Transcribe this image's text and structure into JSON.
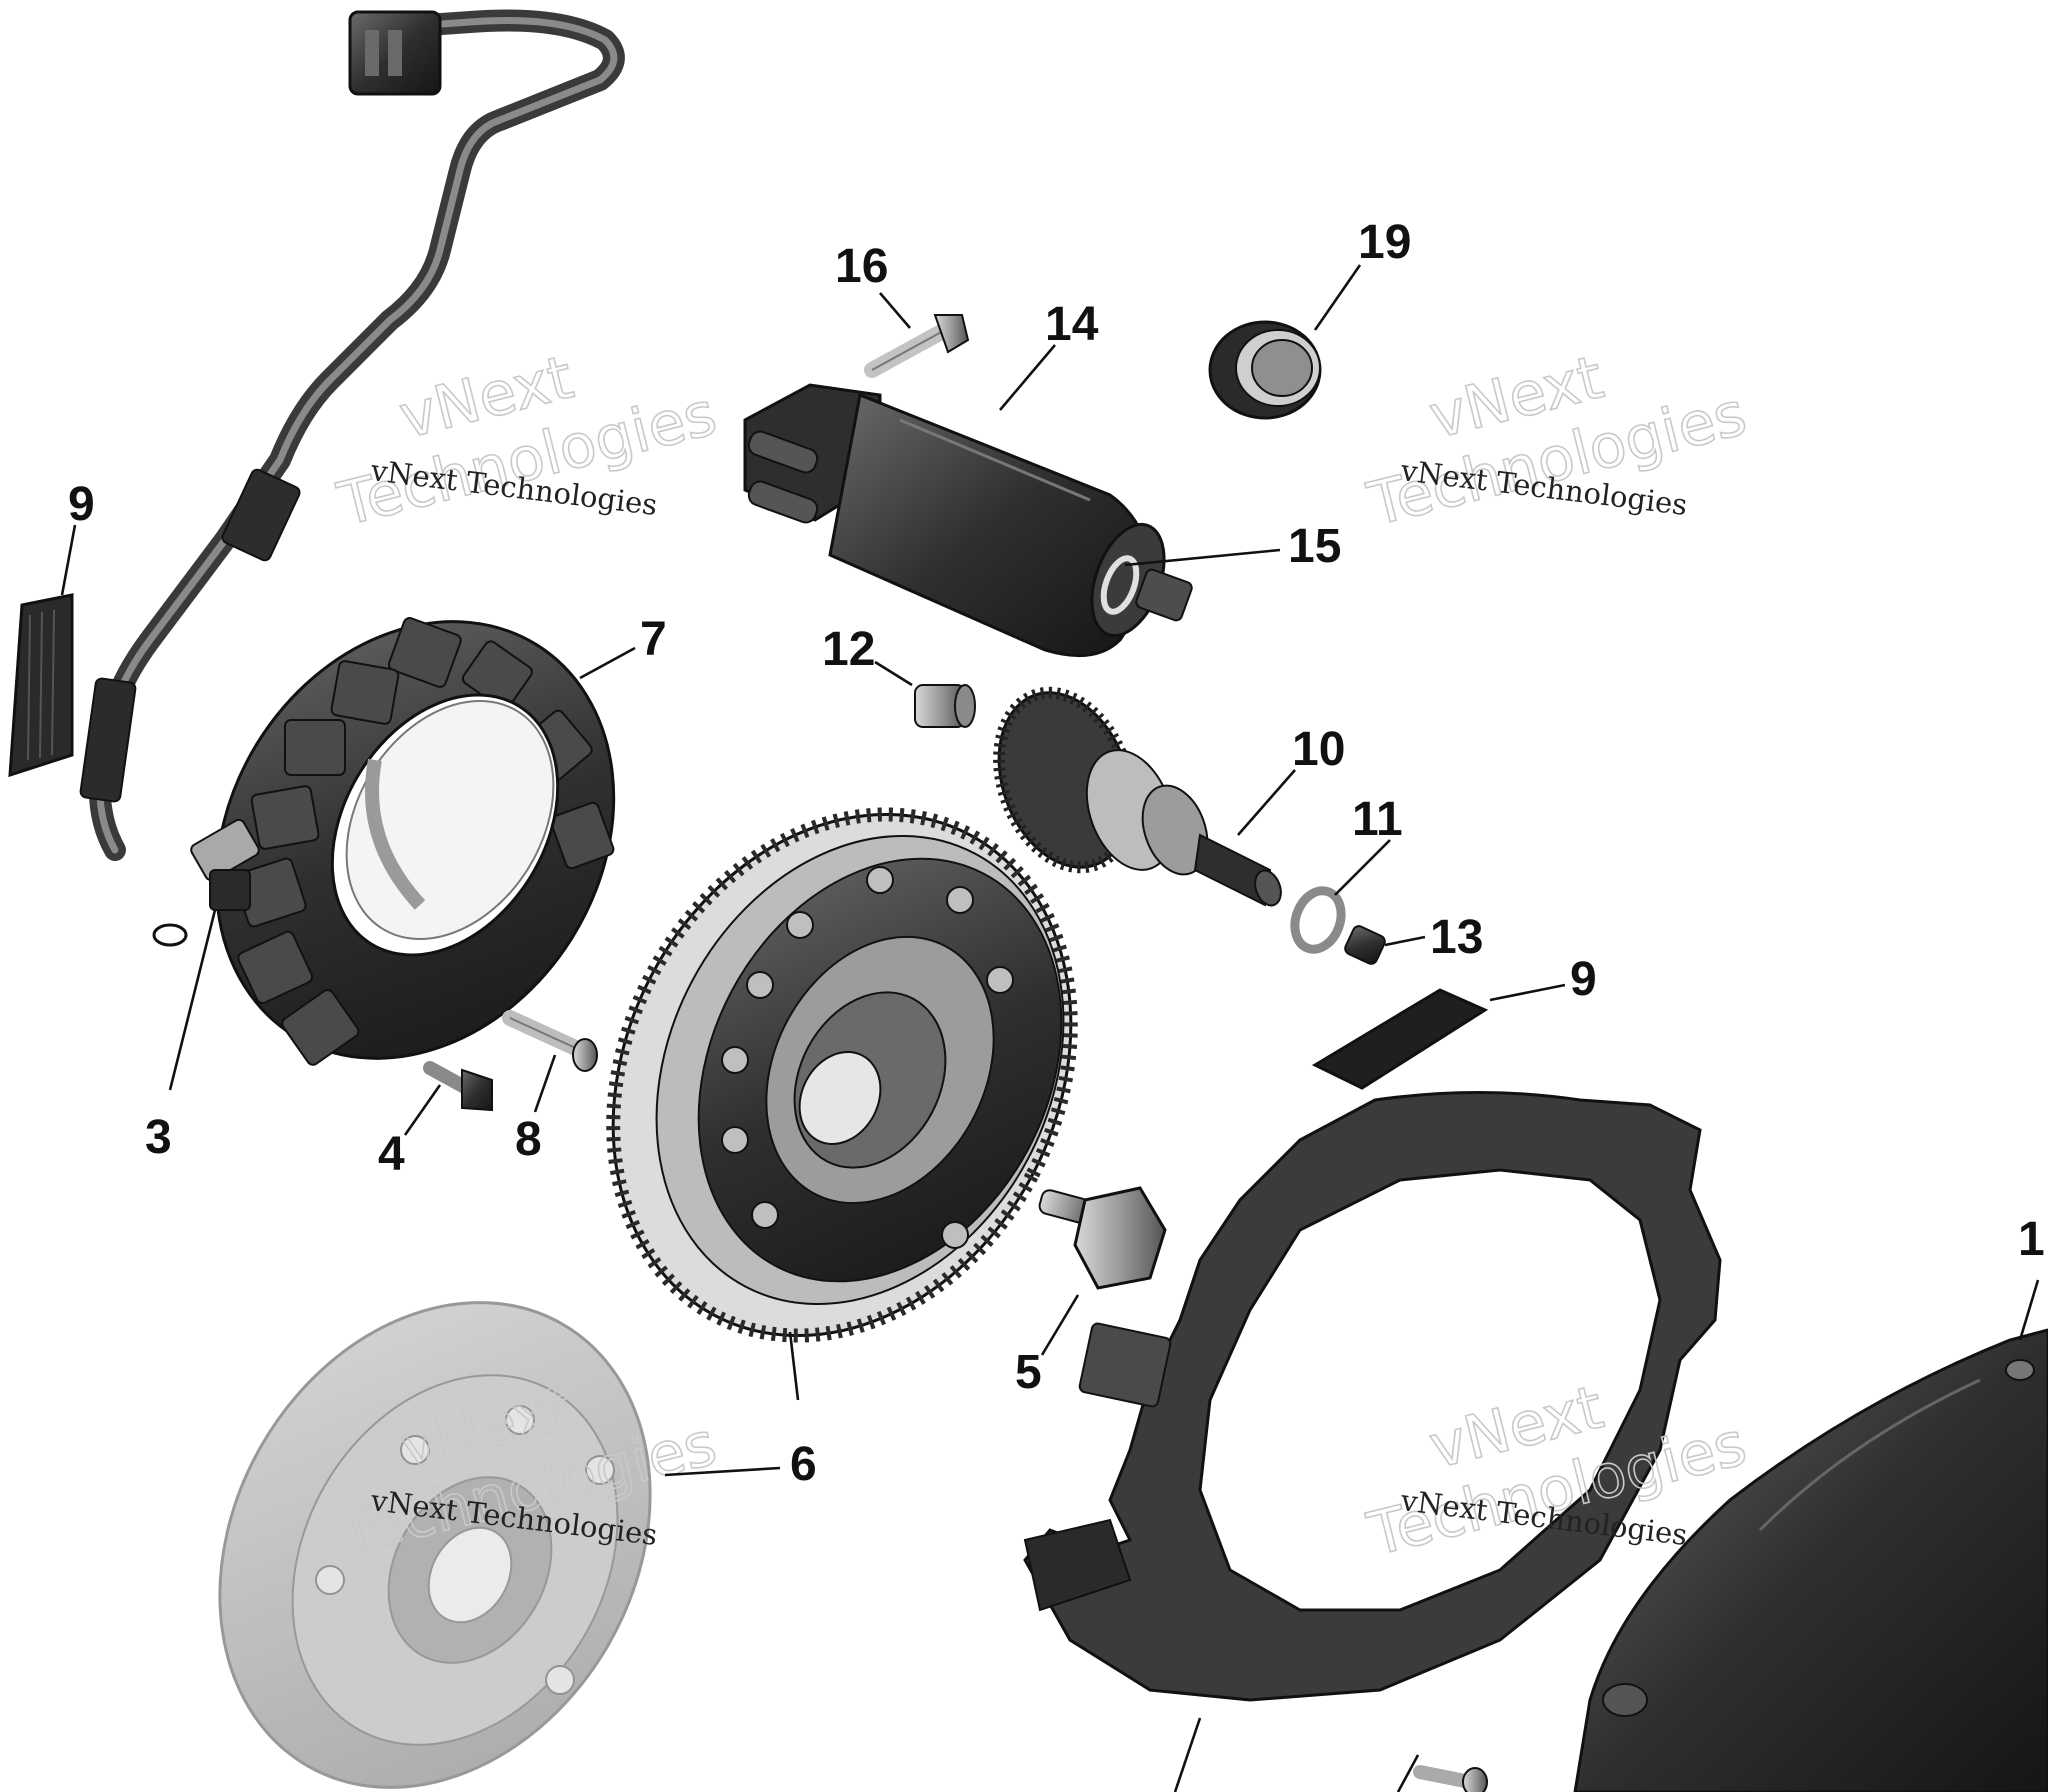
{
  "diagram": {
    "callouts": [
      {
        "id": "c16",
        "label": "16"
      },
      {
        "id": "c14",
        "label": "14"
      },
      {
        "id": "c19",
        "label": "19"
      },
      {
        "id": "c15",
        "label": "15"
      },
      {
        "id": "c9a",
        "label": "9"
      },
      {
        "id": "c7",
        "label": "7"
      },
      {
        "id": "c12",
        "label": "12"
      },
      {
        "id": "c10",
        "label": "10"
      },
      {
        "id": "c11",
        "label": "11"
      },
      {
        "id": "c13",
        "label": "13"
      },
      {
        "id": "c9b",
        "label": "9"
      },
      {
        "id": "c3",
        "label": "3"
      },
      {
        "id": "c4",
        "label": "4"
      },
      {
        "id": "c8",
        "label": "8"
      },
      {
        "id": "c1",
        "label": "1"
      },
      {
        "id": "c5",
        "label": "5"
      },
      {
        "id": "c6",
        "label": "6"
      }
    ],
    "watermarks": [
      {
        "line1": "vNext",
        "line2": "Technologies",
        "caption": "vNext Technologies"
      },
      {
        "line1": "vNext",
        "line2": "Technologies",
        "caption": "vNext Technologies"
      },
      {
        "line1": "vNext",
        "line2": "Technologies",
        "caption": "vNext Technologies"
      },
      {
        "line1": "vNext",
        "line2": "Technologies",
        "caption": "vNext Technologies"
      }
    ]
  },
  "colors": {
    "part_dark": "#2c2c2c",
    "part_mid": "#5a5a5a",
    "part_light": "#9c9c9c",
    "ghost": "#b9b9b9",
    "callout": "#111111",
    "background": "#ffffff"
  }
}
